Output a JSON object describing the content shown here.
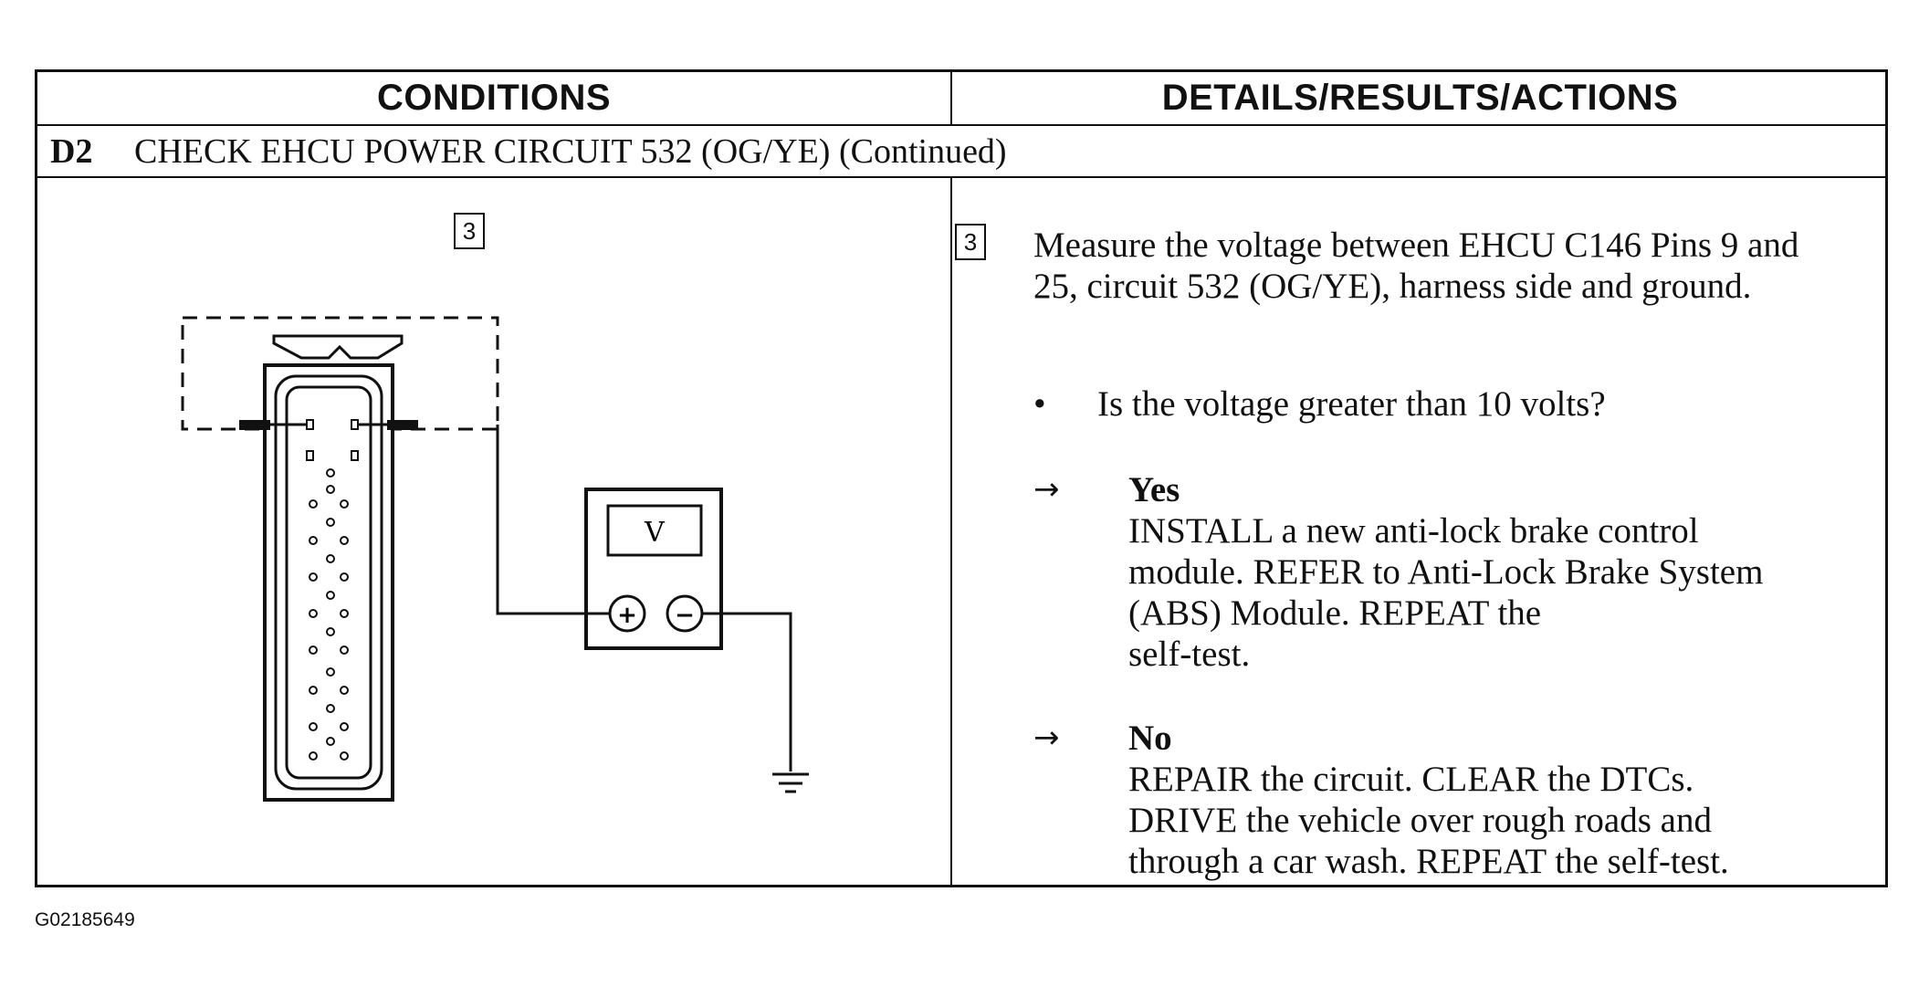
{
  "table": {
    "headers": {
      "conditions": "CONDITIONS",
      "details": "DETAILS/RESULTS/ACTIONS"
    },
    "test_code": "D2",
    "test_title": "CHECK EHCU POWER CIRCUIT 532 (OG/YE) (Continued)"
  },
  "conditions": {
    "step_number": "3",
    "meter_symbol": "V",
    "plus_symbol": "+",
    "minus_symbol": "−"
  },
  "details": {
    "step_number": "3",
    "instruction": "Measure the voltage between EHCU C146 Pins 9 and 25, circuit 532 (OG/YE), harness side and ground.",
    "question_bullet": "•",
    "question": "Is the voltage greater than 10 volts?",
    "branches": [
      {
        "arrow": "→",
        "label": "Yes",
        "lines": [
          "INSTALL a new anti-lock brake control",
          "module. REFER to Anti-Lock Brake System",
          "(ABS) Module. REPEAT the",
          "self-test."
        ]
      },
      {
        "arrow": "→",
        "label": "No",
        "lines": [
          "REPAIR the circuit. CLEAR the DTCs.",
          "DRIVE the vehicle over rough roads and",
          "through a car wash. REPEAT the self-test."
        ]
      }
    ]
  },
  "figure_id": "G02185649"
}
